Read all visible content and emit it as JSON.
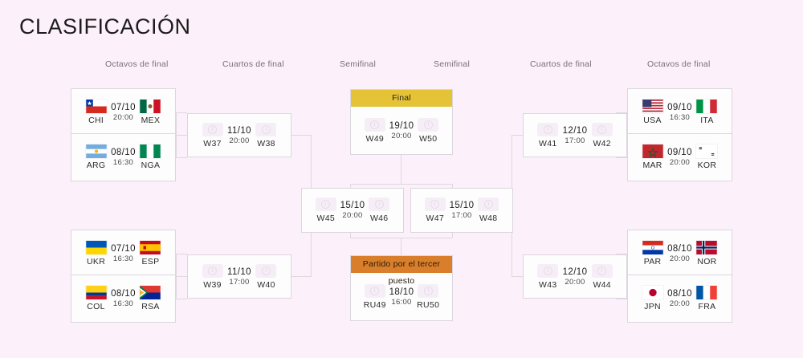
{
  "page": {
    "title": "CLASIFICACIÓN",
    "background": "#fcf0fa",
    "accent_gold": "#e5c337",
    "accent_orange": "#d97f2b"
  },
  "round_labels": {
    "r16_left": "Octavos de final",
    "qf_left": "Cuartos de final",
    "sf_left": "Semifinal",
    "sf_right": "Semifinal",
    "qf_right": "Cuartos de final",
    "r16_right": "Octavos de final"
  },
  "headers": {
    "final": "Final",
    "third_place": "Partido por el tercer puesto"
  },
  "matches": {
    "r16_1": {
      "home": "CHI",
      "away": "MEX",
      "date": "07/10",
      "time": "20:00"
    },
    "r16_2": {
      "home": "ARG",
      "away": "NGA",
      "date": "08/10",
      "time": "16:30"
    },
    "r16_3": {
      "home": "UKR",
      "away": "ESP",
      "date": "07/10",
      "time": "16:30"
    },
    "r16_4": {
      "home": "COL",
      "away": "RSA",
      "date": "08/10",
      "time": "16:30"
    },
    "r16_5": {
      "home": "USA",
      "away": "ITA",
      "date": "09/10",
      "time": "16:30"
    },
    "r16_6": {
      "home": "MAR",
      "away": "KOR",
      "date": "09/10",
      "time": "20:00"
    },
    "r16_7": {
      "home": "PAR",
      "away": "NOR",
      "date": "08/10",
      "time": "20:00"
    },
    "r16_8": {
      "home": "JPN",
      "away": "FRA",
      "date": "08/10",
      "time": "20:00"
    },
    "qf_1": {
      "home": "W37",
      "away": "W38",
      "date": "11/10",
      "time": "20:00"
    },
    "qf_2": {
      "home": "W39",
      "away": "W40",
      "date": "11/10",
      "time": "17:00"
    },
    "qf_3": {
      "home": "W41",
      "away": "W42",
      "date": "12/10",
      "time": "17:00"
    },
    "qf_4": {
      "home": "W43",
      "away": "W44",
      "date": "12/10",
      "time": "20:00"
    },
    "sf_1": {
      "home": "W45",
      "away": "W46",
      "date": "15/10",
      "time": "20:00"
    },
    "sf_2": {
      "home": "W47",
      "away": "W48",
      "date": "15/10",
      "time": "17:00"
    },
    "final": {
      "home": "W49",
      "away": "W50",
      "date": "19/10",
      "time": "20:00"
    },
    "third": {
      "home": "RU49",
      "away": "RU50",
      "date": "18/10",
      "time": "16:00"
    }
  },
  "icons": {
    "placeholder": "placeholder-team-icon"
  }
}
